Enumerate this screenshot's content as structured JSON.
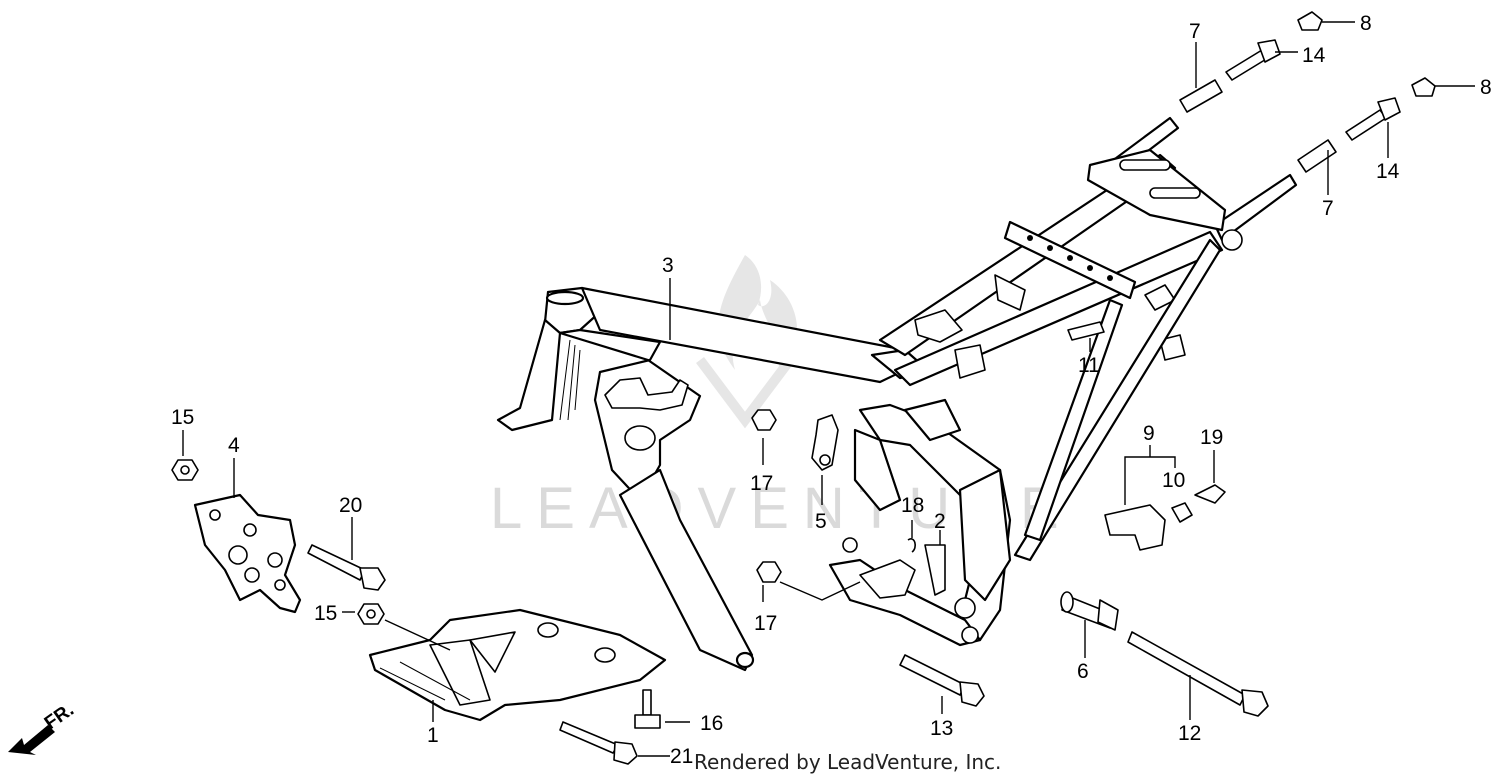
{
  "diagram": {
    "watermark": "LEADVENTURE",
    "credit": "Rendered by LeadVenture, Inc.",
    "direction_marker": "FR.",
    "callouts": [
      {
        "id": "c1",
        "label": "1"
      },
      {
        "id": "c2",
        "label": "2"
      },
      {
        "id": "c3",
        "label": "3"
      },
      {
        "id": "c4",
        "label": "4"
      },
      {
        "id": "c5",
        "label": "5"
      },
      {
        "id": "c6",
        "label": "6"
      },
      {
        "id": "c7a",
        "label": "7"
      },
      {
        "id": "c7b",
        "label": "7"
      },
      {
        "id": "c8a",
        "label": "8"
      },
      {
        "id": "c8b",
        "label": "8"
      },
      {
        "id": "c9",
        "label": "9"
      },
      {
        "id": "c10",
        "label": "10"
      },
      {
        "id": "c11",
        "label": "11"
      },
      {
        "id": "c12",
        "label": "12"
      },
      {
        "id": "c13",
        "label": "13"
      },
      {
        "id": "c14a",
        "label": "14"
      },
      {
        "id": "c14b",
        "label": "14"
      },
      {
        "id": "c15a",
        "label": "15"
      },
      {
        "id": "c15b",
        "label": "15"
      },
      {
        "id": "c16",
        "label": "16"
      },
      {
        "id": "c17a",
        "label": "17"
      },
      {
        "id": "c17b",
        "label": "17"
      },
      {
        "id": "c18",
        "label": "18"
      },
      {
        "id": "c19",
        "label": "19"
      },
      {
        "id": "c20",
        "label": "20"
      },
      {
        "id": "c21",
        "label": "21"
      }
    ]
  }
}
